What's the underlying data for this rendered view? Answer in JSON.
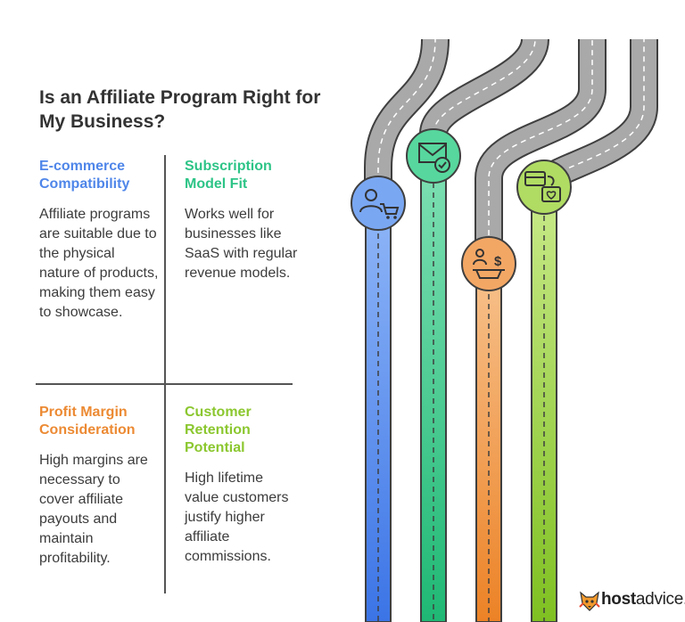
{
  "title": "Is an Affiliate Program Right for My Business?",
  "cells": [
    {
      "heading": "E-commerce Compatibility",
      "body": "Affiliate programs are suitable due to the physical nature of products, making them easy to showcase.",
      "color": "#4f86e9"
    },
    {
      "heading": "Subscription Model Fit",
      "body": "Works well for businesses like SaaS with regular revenue models.",
      "color": "#2dc487"
    },
    {
      "heading": "Profit Margin Consideration",
      "body": "High margins are necessary to cover affiliate payouts and maintain profitability.",
      "color": "#ec8a33"
    },
    {
      "heading": "Customer Retention Potential",
      "body": "High lifetime value customers justify higher affiliate commissions.",
      "color": "#8bc72f"
    }
  ],
  "icons": [
    "person-cart-icon",
    "envelope-check-icon",
    "person-dollar-icon",
    "card-heart-icon"
  ],
  "colors": {
    "blue": "#4f86e9",
    "green": "#2dc487",
    "orange": "#ec8a33",
    "lime": "#8bc72f",
    "road": "#a9a9a9"
  },
  "logo": {
    "bold": "host",
    "regular": "advice."
  }
}
